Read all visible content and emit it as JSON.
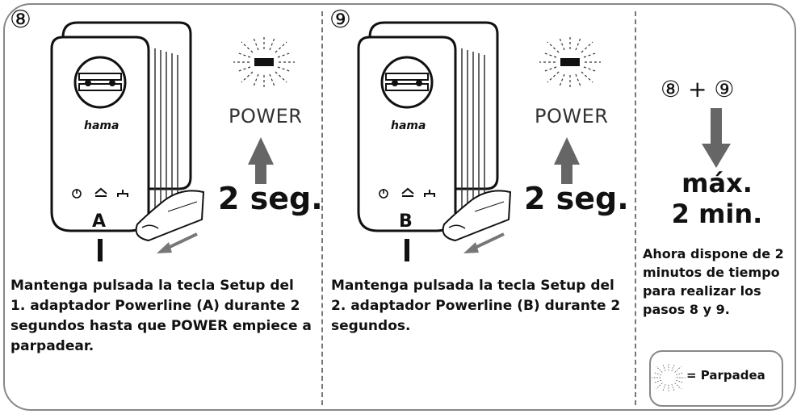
{
  "step8": {
    "number": "⑧",
    "power_label": "POWER",
    "duration": "2 seg.",
    "device_brand": "hama",
    "device_letter": "A",
    "description": [
      "Mantenga pulsada la tecla Setup del",
      "1. adaptador Powerline (A) durante 2",
      "segundos hasta que POWER empiece a",
      "parpadear."
    ]
  },
  "step9": {
    "number": "⑨",
    "power_label": "POWER",
    "duration": "2 seg.",
    "device_brand": "hama",
    "device_letter": "B",
    "description": [
      "Mantenga pulsada la tecla Setup del",
      "2. adaptador Powerline (B) durante 2",
      "segundos."
    ]
  },
  "summary": {
    "combo": "⑧ + ⑨",
    "max_line1": "máx.",
    "max_line2": "2 min.",
    "note": [
      "Ahora dispone de 2",
      "minutos de tiempo",
      "para realizar los",
      "pasos 8 y 9."
    ]
  },
  "legend": {
    "label": "= Parpadea"
  }
}
